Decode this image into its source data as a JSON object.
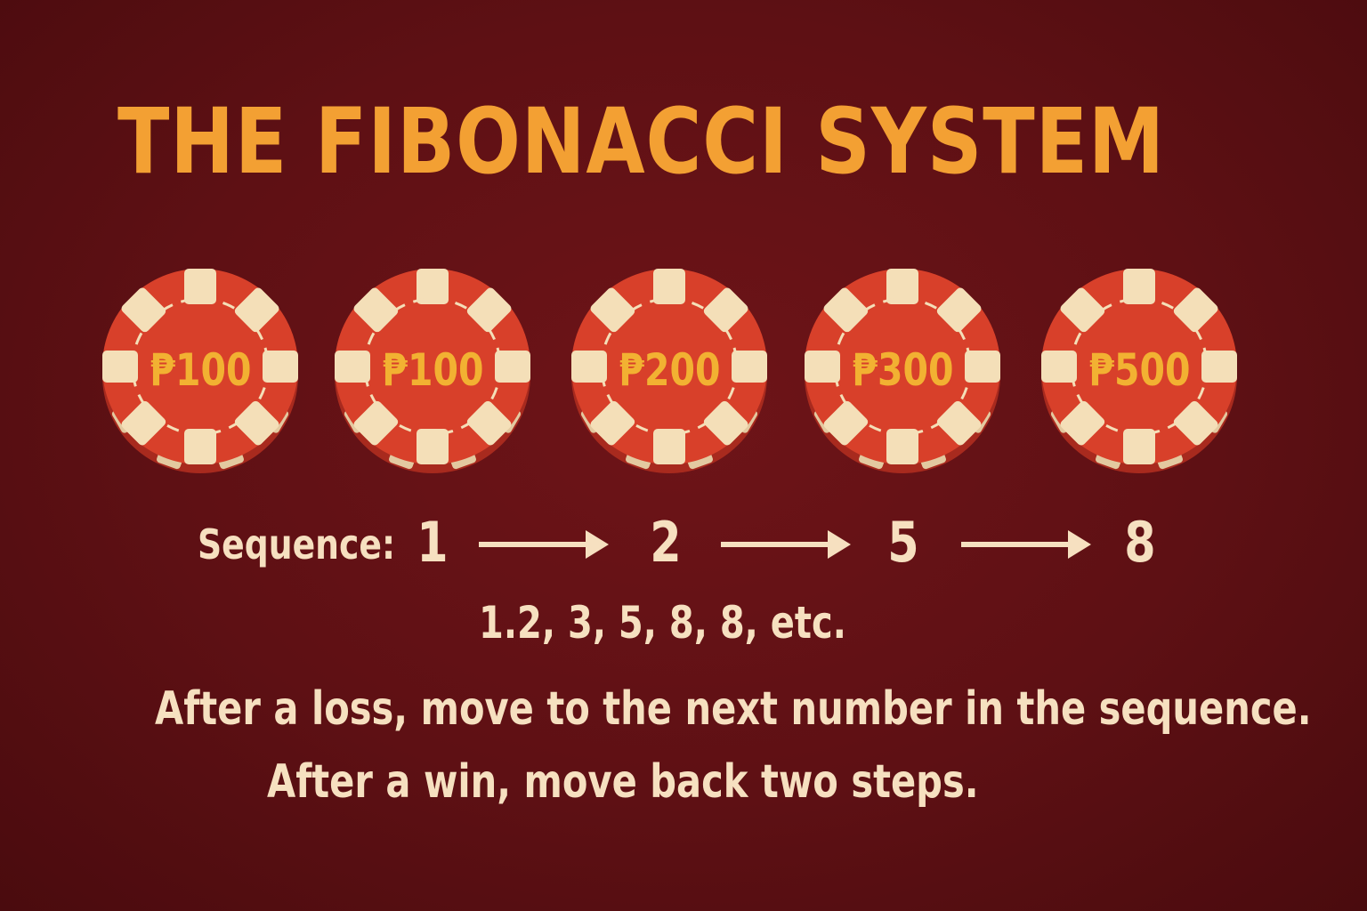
{
  "title": "THE FIBONACCI SYSTEM",
  "colors": {
    "background": "#5e1014",
    "title": "#f3a033",
    "chip_body": "#d8402a",
    "chip_edge": "#a82a1e",
    "chip_stripe": "#f4dfb8",
    "chip_value": "#f2b132",
    "text": "#f6e0c0"
  },
  "chips": [
    {
      "value": "₱100"
    },
    {
      "value": "₱100"
    },
    {
      "value": "₱200"
    },
    {
      "value": "₱300"
    },
    {
      "value": "₱500"
    }
  ],
  "sequence": {
    "label": "Sequence:",
    "numbers": [
      "1",
      "2",
      "5",
      "8"
    ],
    "arrow_icon": "right-arrow-icon"
  },
  "series_text": "1.2, 3, 5, 8, 8, etc.",
  "rules": [
    "After a loss, move to the next number in the sequence.",
    "After a win, move back two steps."
  ]
}
